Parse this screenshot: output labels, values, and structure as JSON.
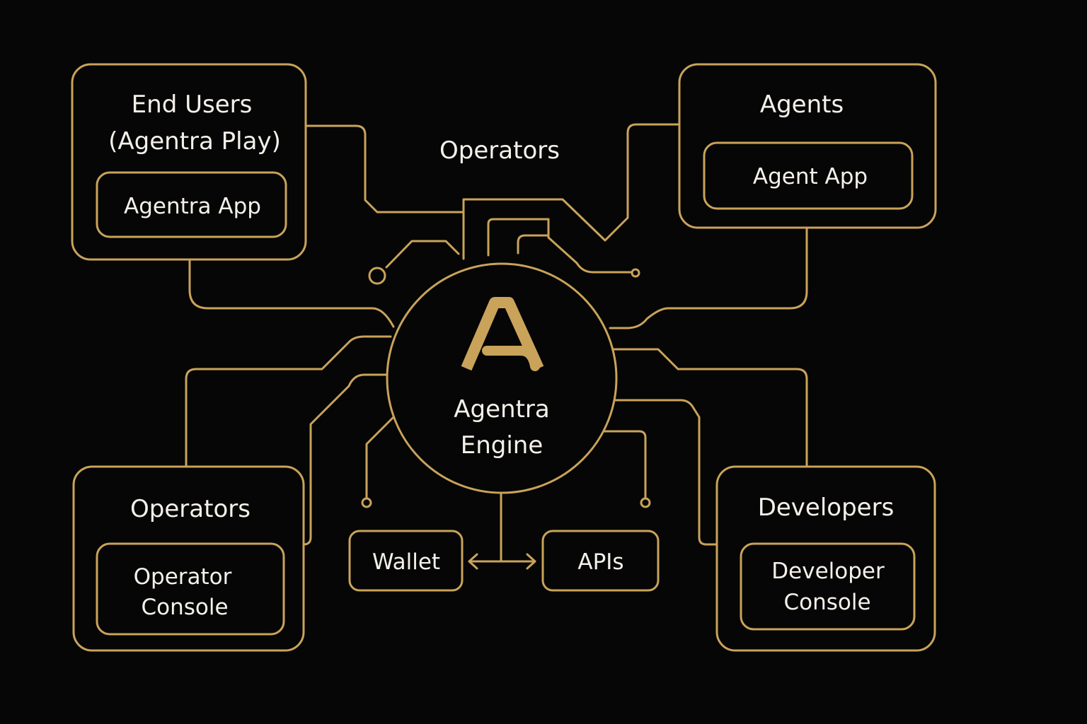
{
  "colors": {
    "background": "#060606",
    "accent": "#c9a35a",
    "text": "#f4f1ea"
  },
  "top_label": "Operators",
  "engine": {
    "logo_icon": "agentra-a-logo",
    "line1": "Agentra",
    "line2": "Engine"
  },
  "end_users": {
    "title1": "End Users",
    "title2": "(Agentra Play)",
    "app": "Agentra App"
  },
  "agents": {
    "title": "Agents",
    "app": "Agent App"
  },
  "operators": {
    "title": "Operators",
    "app1": "Operator",
    "app2": "Console"
  },
  "developers": {
    "title": "Developers",
    "app1": "Developer",
    "app2": "Console"
  },
  "wallet": {
    "label": "Wallet"
  },
  "apis": {
    "label": "APIs"
  }
}
